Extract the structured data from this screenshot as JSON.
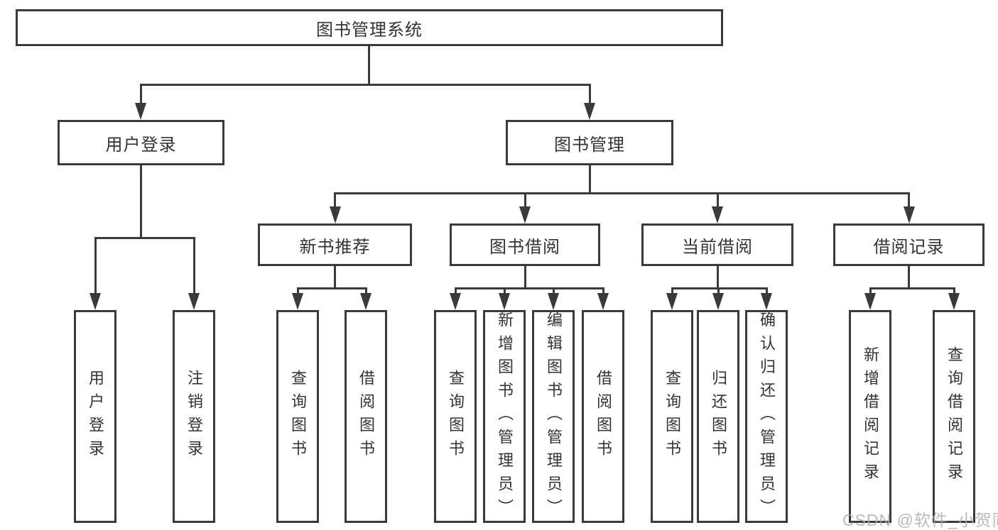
{
  "tree": {
    "root": "图书管理系统",
    "level2": [
      "用户登录",
      "图书管理"
    ],
    "login_children": [
      "用户登录",
      "注销登录"
    ],
    "sections": [
      {
        "label": "新书推荐",
        "children": [
          "查询图书",
          "借阅图书"
        ]
      },
      {
        "label": "图书借阅",
        "children": [
          "查询图书",
          "新增图书（管理员）",
          "编辑图书（管理员）",
          "借阅图书"
        ]
      },
      {
        "label": "当前借阅",
        "children": [
          "查询图书",
          "归还图书",
          "确认归还（管理员）"
        ]
      },
      {
        "label": "借阅记录",
        "children": [
          "新增借阅记录",
          "查询借阅记录"
        ]
      }
    ]
  },
  "watermark": "CSDN @软件_小贺同学",
  "colors": {
    "line": "#3a3a3a",
    "text": "#333333",
    "watermark": "#aeaeae",
    "background": "#ffffff"
  }
}
